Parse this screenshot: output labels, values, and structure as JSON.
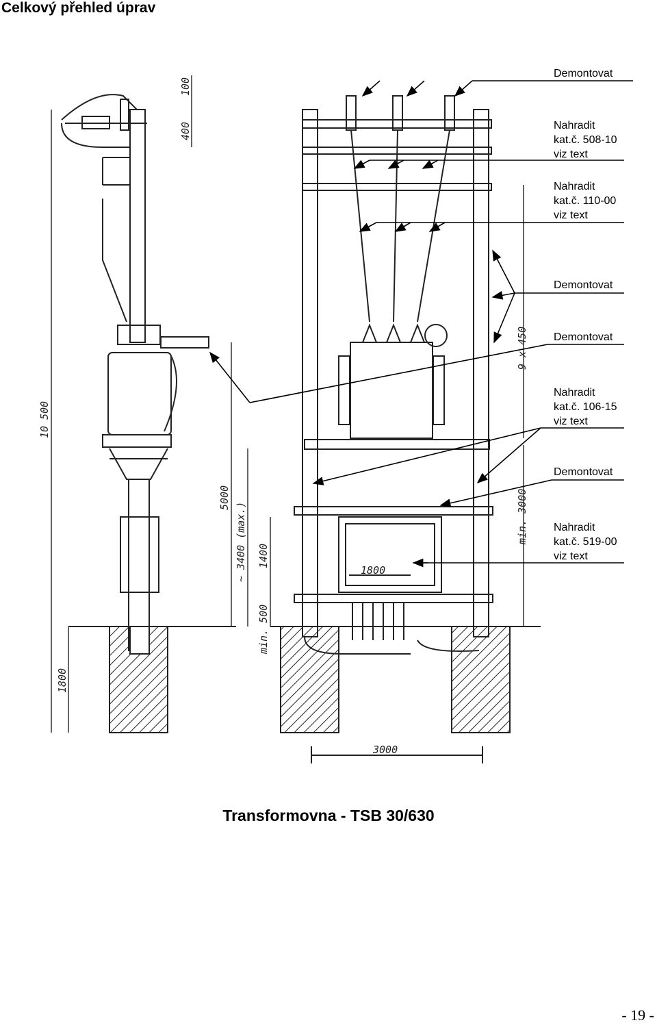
{
  "header": {
    "title": "Celkový přehled úprav"
  },
  "notes": [
    {
      "id": "n1",
      "text": "Demontovat"
    },
    {
      "id": "n2",
      "text": "Nahradit\nkat.č. 508-10\nviz text"
    },
    {
      "id": "n3",
      "text": "Nahradit\nkat.č. 110-00\nviz text"
    },
    {
      "id": "n4",
      "text": "Demontovat"
    },
    {
      "id": "n5",
      "text": "Demontovat"
    },
    {
      "id": "n6",
      "text": "Nahradit\nkat.č. 106-15\nviz text"
    },
    {
      "id": "n7",
      "text": "Demontovat"
    },
    {
      "id": "n8",
      "text": "Nahradit\nkat.č. 519-00\nviz text"
    }
  ],
  "dimensions": {
    "d100": "100",
    "d400": "400",
    "d10500": "10 500",
    "d5000": "5000",
    "d3400": "~ 3400 (max.)",
    "d1400": "1400",
    "d500": "min. 500",
    "d1800v": "1800",
    "d1800h": "1800",
    "d3000h": "3000",
    "d9x450": "9 x 450",
    "dmin3000": "min. 3000"
  },
  "caption": {
    "text": "Transformovna - TSB 30/630"
  },
  "footer": {
    "page": "- 19 -"
  }
}
